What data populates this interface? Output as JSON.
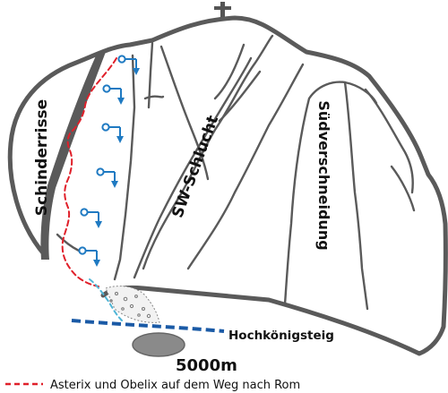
{
  "labels": {
    "left_gully": "Schinderrisse",
    "center_gully": "SW-Schlucht",
    "right_ridge": "Südverschneidung",
    "trail": "Hochkönigsteig",
    "distance": "5000m"
  },
  "legend": {
    "route_name": "Asterix und Obelix auf dem Weg nach Rom"
  },
  "colors": {
    "outline": "#5a5a5a",
    "route": "#e0202a",
    "anchors": "#1f7ac2",
    "trail": "#1a5aa6",
    "approach": "#4fb5d6",
    "boulder": "#8a8a8a"
  },
  "icons": {
    "summit": "summit-cross-icon",
    "anchor": "rappel-anchor-icon"
  }
}
